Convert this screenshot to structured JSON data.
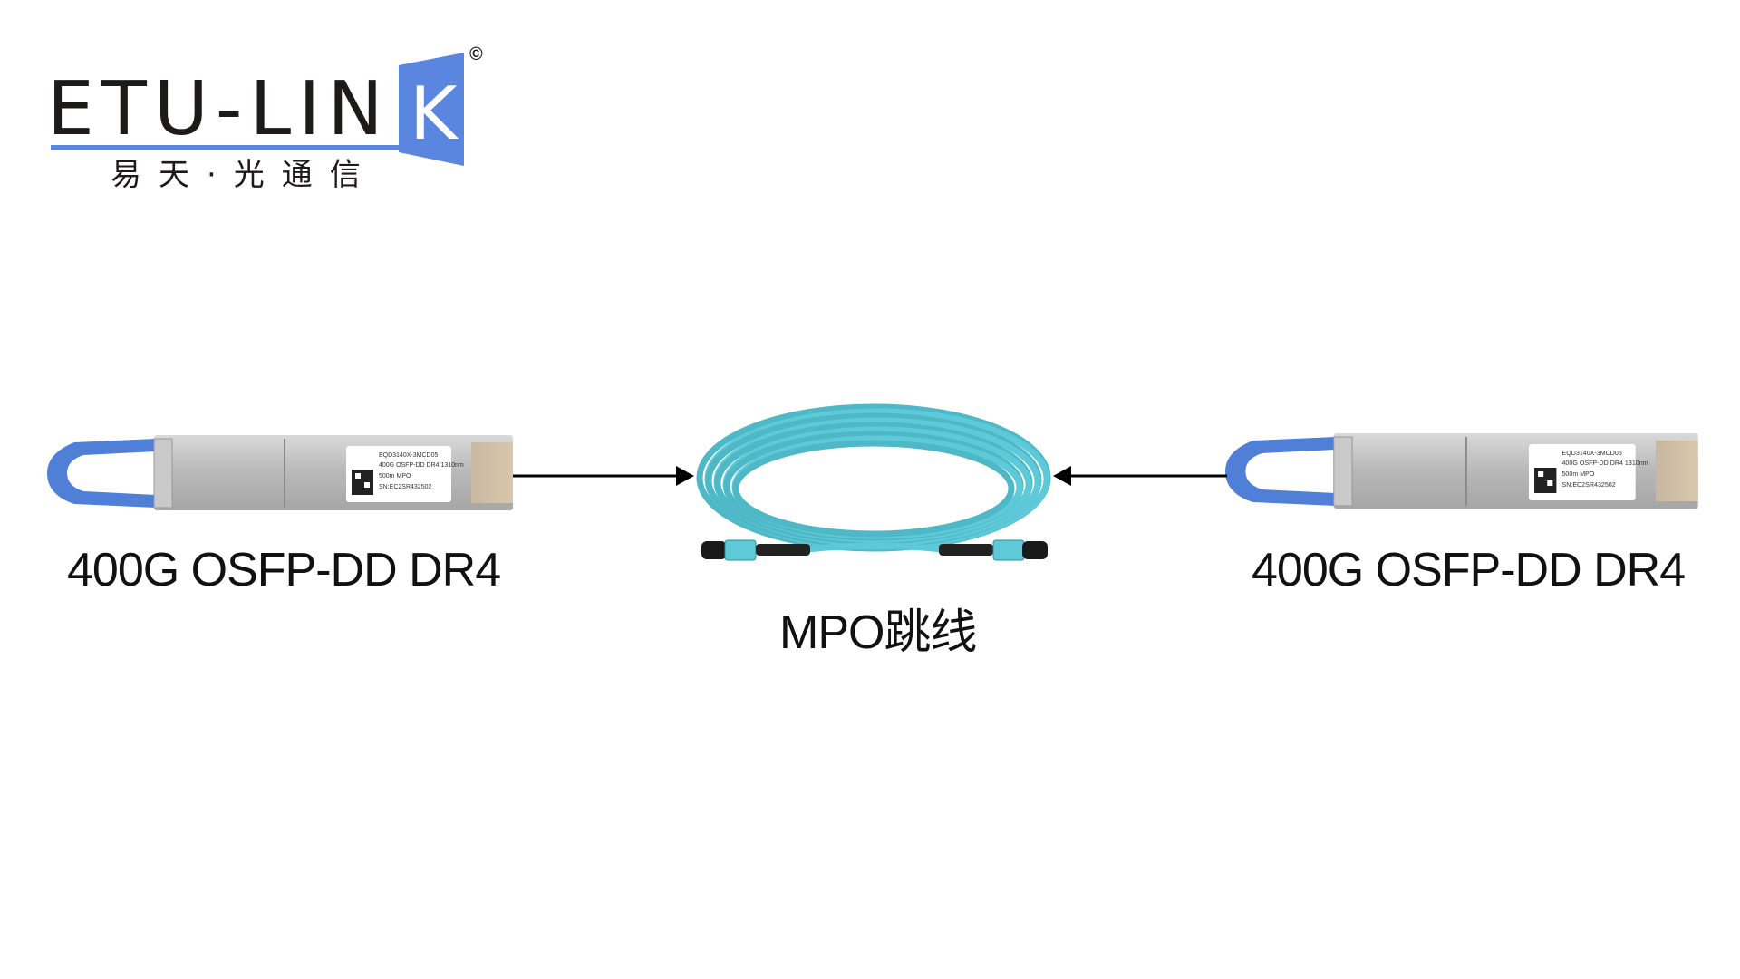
{
  "logo": {
    "brand": "ETU-LIN",
    "brand_k": "K",
    "copyright": "©",
    "chinese": "易天·光通信",
    "brand_color": "#5b86e0"
  },
  "left_module": {
    "label": "400G OSFP-DD DR4",
    "sticker": [
      "EQD3140X-3MCD05",
      "400G OSFP-DD DR4 1310nm",
      "500m MPO",
      "SN:EC2SR432502"
    ]
  },
  "right_module": {
    "label": "400G OSFP-DD DR4",
    "sticker": [
      "EQD3140X-3MCD05",
      "400G OSFP-DD DR4 1310nm",
      "500m MPO",
      "SN:EC2SR432502"
    ]
  },
  "cable": {
    "label": "MPO跳线",
    "color": "#5ec9d8"
  },
  "colors": {
    "handle": "#4f7fd6",
    "arrow": "#000000"
  }
}
